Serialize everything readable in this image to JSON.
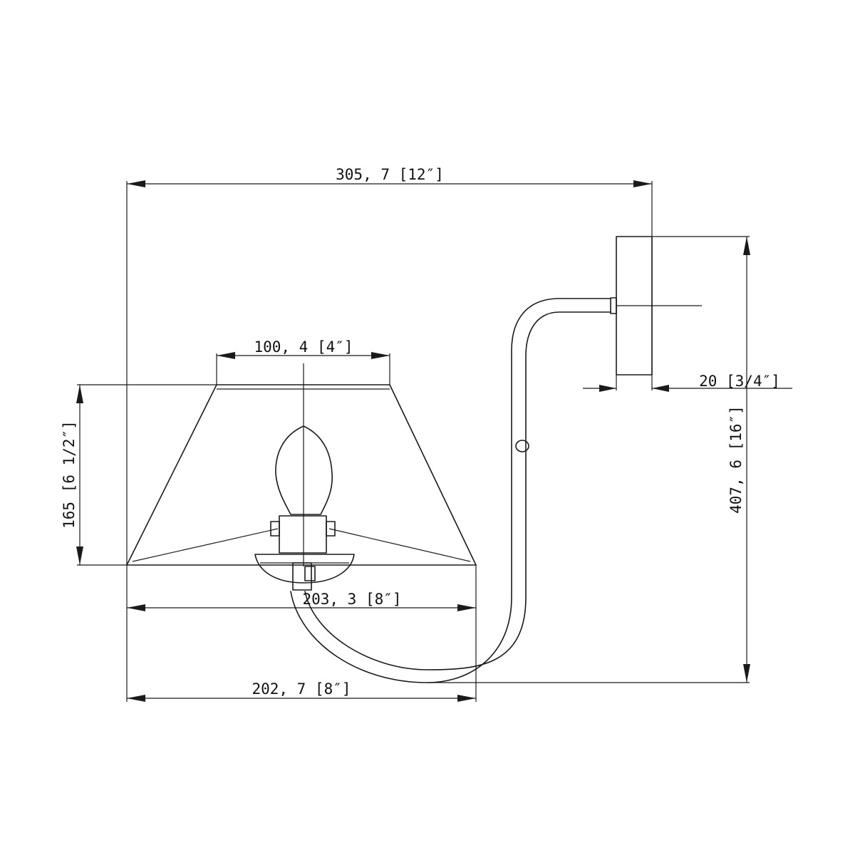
{
  "dimensions": {
    "overall_width": "305, 7 [12″]",
    "shade_top_width": "100, 4 [4″]",
    "backplate_depth": "20 [3/4″]",
    "shade_height": "165 [6 1/2″]",
    "overall_height": "407, 6 [16″]",
    "shade_bottom_width_inner": "203, 3 [8″]",
    "shade_bottom_width_outer": "202, 7 [8″]"
  }
}
